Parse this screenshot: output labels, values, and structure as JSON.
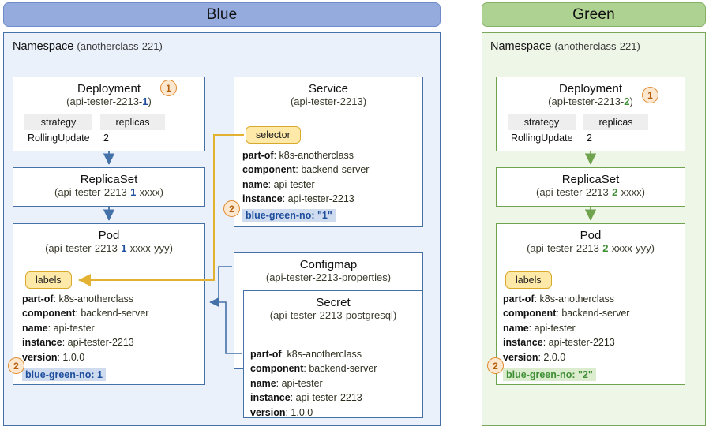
{
  "blue": {
    "header": "Blue",
    "namespace": {
      "kind": "Namespace",
      "name": "(anotherclass-221)"
    },
    "deployment": {
      "title": "Deployment",
      "sub_pre": "(api-tester-2213-",
      "sub_accent": "1",
      "sub_post": ")",
      "chips": [
        "strategy",
        "replicas"
      ],
      "values": [
        "RollingUpdate",
        "2"
      ],
      "badge": "1"
    },
    "replicaset": {
      "title": "ReplicaSet",
      "sub_pre": "(api-tester-2213-",
      "sub_accent": "1",
      "sub_post": "-xxxx)"
    },
    "pod": {
      "title": "Pod",
      "sub_pre": "(api-tester-2213-",
      "sub_accent": "1",
      "sub_post": "-xxxx-yyy)",
      "tag": "labels",
      "badge": "2",
      "labels": [
        {
          "key": "part-of",
          "value": "k8s-anotherclass"
        },
        {
          "key": "component",
          "value": "backend-server"
        },
        {
          "key": "name",
          "value": "api-tester"
        },
        {
          "key": "instance",
          "value": "api-tester-2213"
        },
        {
          "key": "version",
          "value": "1.0.0"
        }
      ],
      "highlight": "blue-green-no:  1"
    },
    "service": {
      "title": "Service",
      "sub": "(api-tester-2213)",
      "tag": "selector",
      "badge": "2",
      "labels": [
        {
          "key": "part-of",
          "value": "k8s-anotherclass"
        },
        {
          "key": "component",
          "value": "backend-server"
        },
        {
          "key": "name",
          "value": "api-tester"
        },
        {
          "key": "instance",
          "value": "api-tester-2213"
        }
      ],
      "highlight": "blue-green-no: \"1\""
    },
    "configmap": {
      "title": "Configmap",
      "sub": "(api-tester-2213-properties)"
    },
    "secret": {
      "title": "Secret",
      "sub": "(api-tester-2213-postgresql)",
      "labels": [
        {
          "key": "part-of",
          "value": "k8s-anotherclass"
        },
        {
          "key": "component",
          "value": "backend-server"
        },
        {
          "key": "name",
          "value": "api-tester"
        },
        {
          "key": "instance",
          "value": "api-tester-2213"
        },
        {
          "key": "version",
          "value": "1.0.0"
        }
      ]
    }
  },
  "green": {
    "header": "Green",
    "namespace": {
      "kind": "Namespace",
      "name": "(anotherclass-221)"
    },
    "deployment": {
      "title": "Deployment",
      "sub_pre": "(api-tester-2213-",
      "sub_accent": "2",
      "sub_post": ")",
      "chips": [
        "strategy",
        "replicas"
      ],
      "values": [
        "RollingUpdate",
        "2"
      ],
      "badge": "1"
    },
    "replicaset": {
      "title": "ReplicaSet",
      "sub_pre": "(api-tester-2213-",
      "sub_accent": "2",
      "sub_post": "-xxxx)"
    },
    "pod": {
      "title": "Pod",
      "sub_pre": "(api-tester-2213-",
      "sub_accent": "2",
      "sub_post": "-xxxx-yyy)",
      "tag": "labels",
      "badge": "2",
      "labels": [
        {
          "key": "part-of",
          "value": "k8s-anotherclass"
        },
        {
          "key": "component",
          "value": "backend-server"
        },
        {
          "key": "name",
          "value": "api-tester"
        },
        {
          "key": "instance",
          "value": "api-tester-2213"
        },
        {
          "key": "version",
          "value": "2.0.0"
        }
      ],
      "highlight": "blue-green-no: \"2\""
    }
  },
  "colors": {
    "blue_header": "#95abdd",
    "green_header": "#aed292",
    "blue_border": "#4472a8",
    "green_border": "#6fa34e",
    "tag_yellow": "#ffe9a8",
    "badge_orange": "#e08a2e",
    "accent_blue": "#1f4e9c",
    "accent_green": "#3f8f35"
  }
}
